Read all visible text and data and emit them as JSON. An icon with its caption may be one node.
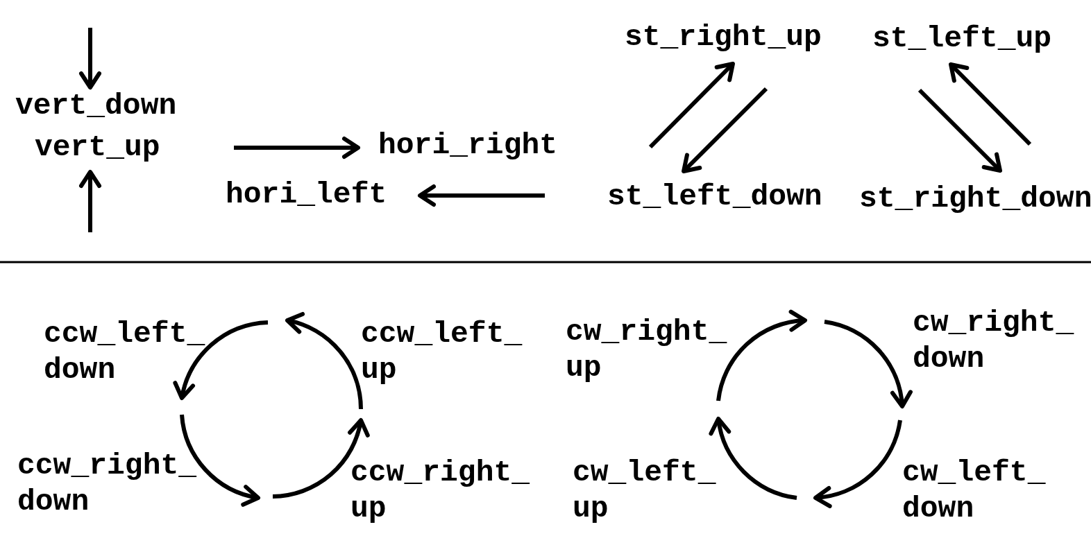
{
  "diagram": {
    "labels": [
      "vert_down",
      "vert_up",
      "hori_right",
      "hori_left",
      "st_right_up",
      "st_left_up",
      "st_left_down",
      "st_right_down",
      "ccw_left_ down",
      "ccw_left_ up",
      "cw_right_ up",
      "cw_right_ down",
      "ccw_right_ down",
      "ccw_right_ up",
      "cw_left_ up",
      "cw_left_ down"
    ]
  }
}
